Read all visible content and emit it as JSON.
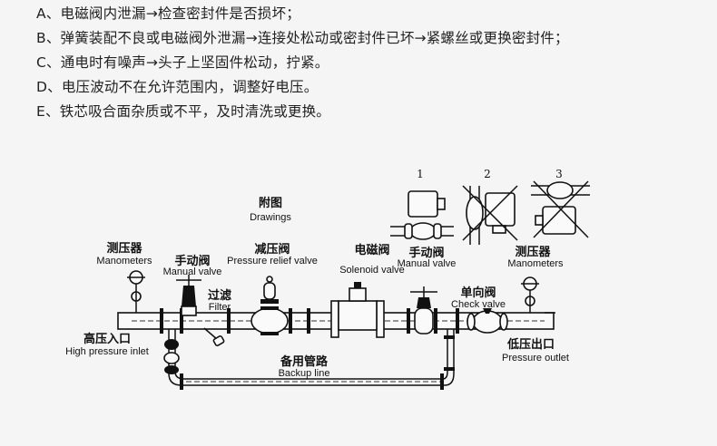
{
  "troubleshooting": {
    "items": [
      {
        "label": "A、电磁阀内泄漏→检查密封件是否损坏；"
      },
      {
        "label": "B、弹簧装配不良或电磁阀外泄漏→连接处松动或密封件已坏→紧螺丝或更换密封件；"
      },
      {
        "label": "C、通电时有噪声→头子上坚固件松动，拧紧。"
      },
      {
        "label": "D、电压波动不在允许范围内，调整好电压。"
      },
      {
        "label": "E、铁芯吸合面杂质或不平，及时清洗或更换。"
      }
    ]
  },
  "diagram": {
    "title_cn": "附图",
    "title_en": "Drawings",
    "installation_options": [
      "1",
      "2",
      "3"
    ],
    "components": {
      "manometer_in": {
        "cn": "测压器",
        "en": "Manometers"
      },
      "manual_valve_in": {
        "cn": "手动阀",
        "en": "Manual valve"
      },
      "filter": {
        "cn": "过滤",
        "en": "Filter"
      },
      "pressure_relief": {
        "cn": "减压阀",
        "en": "Pressure relief valve"
      },
      "solenoid": {
        "cn": "电磁阀",
        "en": "Solenoid valve"
      },
      "manual_valve_out": {
        "cn": "手动阀",
        "en": "Manual valve"
      },
      "manometer_out": {
        "cn": "测压器",
        "en": "Manometers"
      },
      "check_valve": {
        "cn": "单向阀",
        "en": "Check valve"
      },
      "inlet": {
        "cn": "高压入口",
        "en": "High pressure inlet"
      },
      "outlet": {
        "cn": "低压出口",
        "en": "Pressure outlet"
      },
      "backup": {
        "cn": "备用管路",
        "en": "Backup line"
      }
    }
  }
}
